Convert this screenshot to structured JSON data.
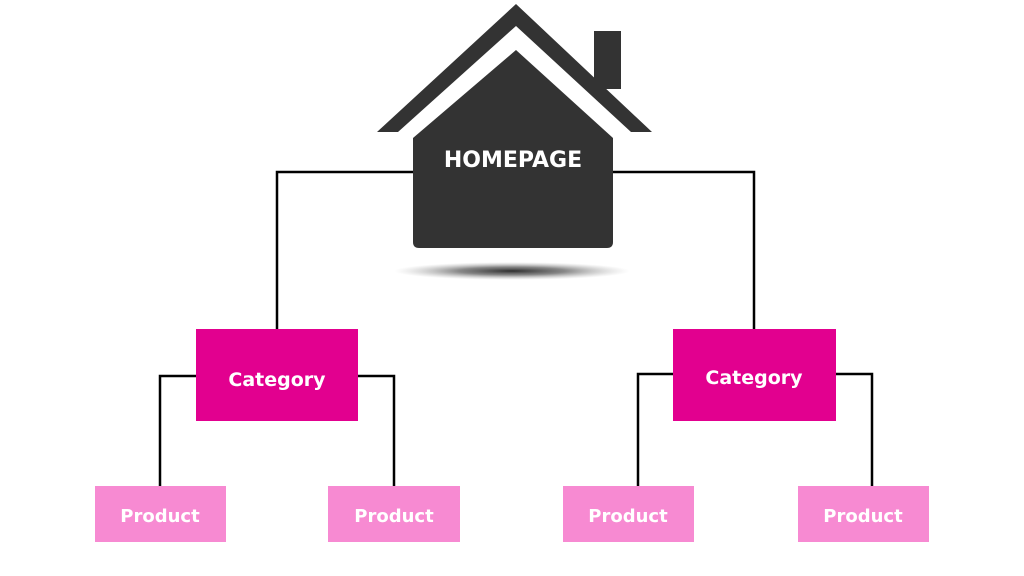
{
  "diagram": {
    "root": {
      "label": "HOMEPAGE"
    },
    "categories": [
      {
        "label": "Category",
        "products": [
          {
            "label": "Product"
          },
          {
            "label": "Product"
          }
        ]
      },
      {
        "label": "Category",
        "products": [
          {
            "label": "Product"
          },
          {
            "label": "Product"
          }
        ]
      }
    ]
  },
  "colors": {
    "house": "#333333",
    "category": "#e2008f",
    "product": "#f78ad2",
    "connector": "#000000",
    "text": "#ffffff"
  }
}
